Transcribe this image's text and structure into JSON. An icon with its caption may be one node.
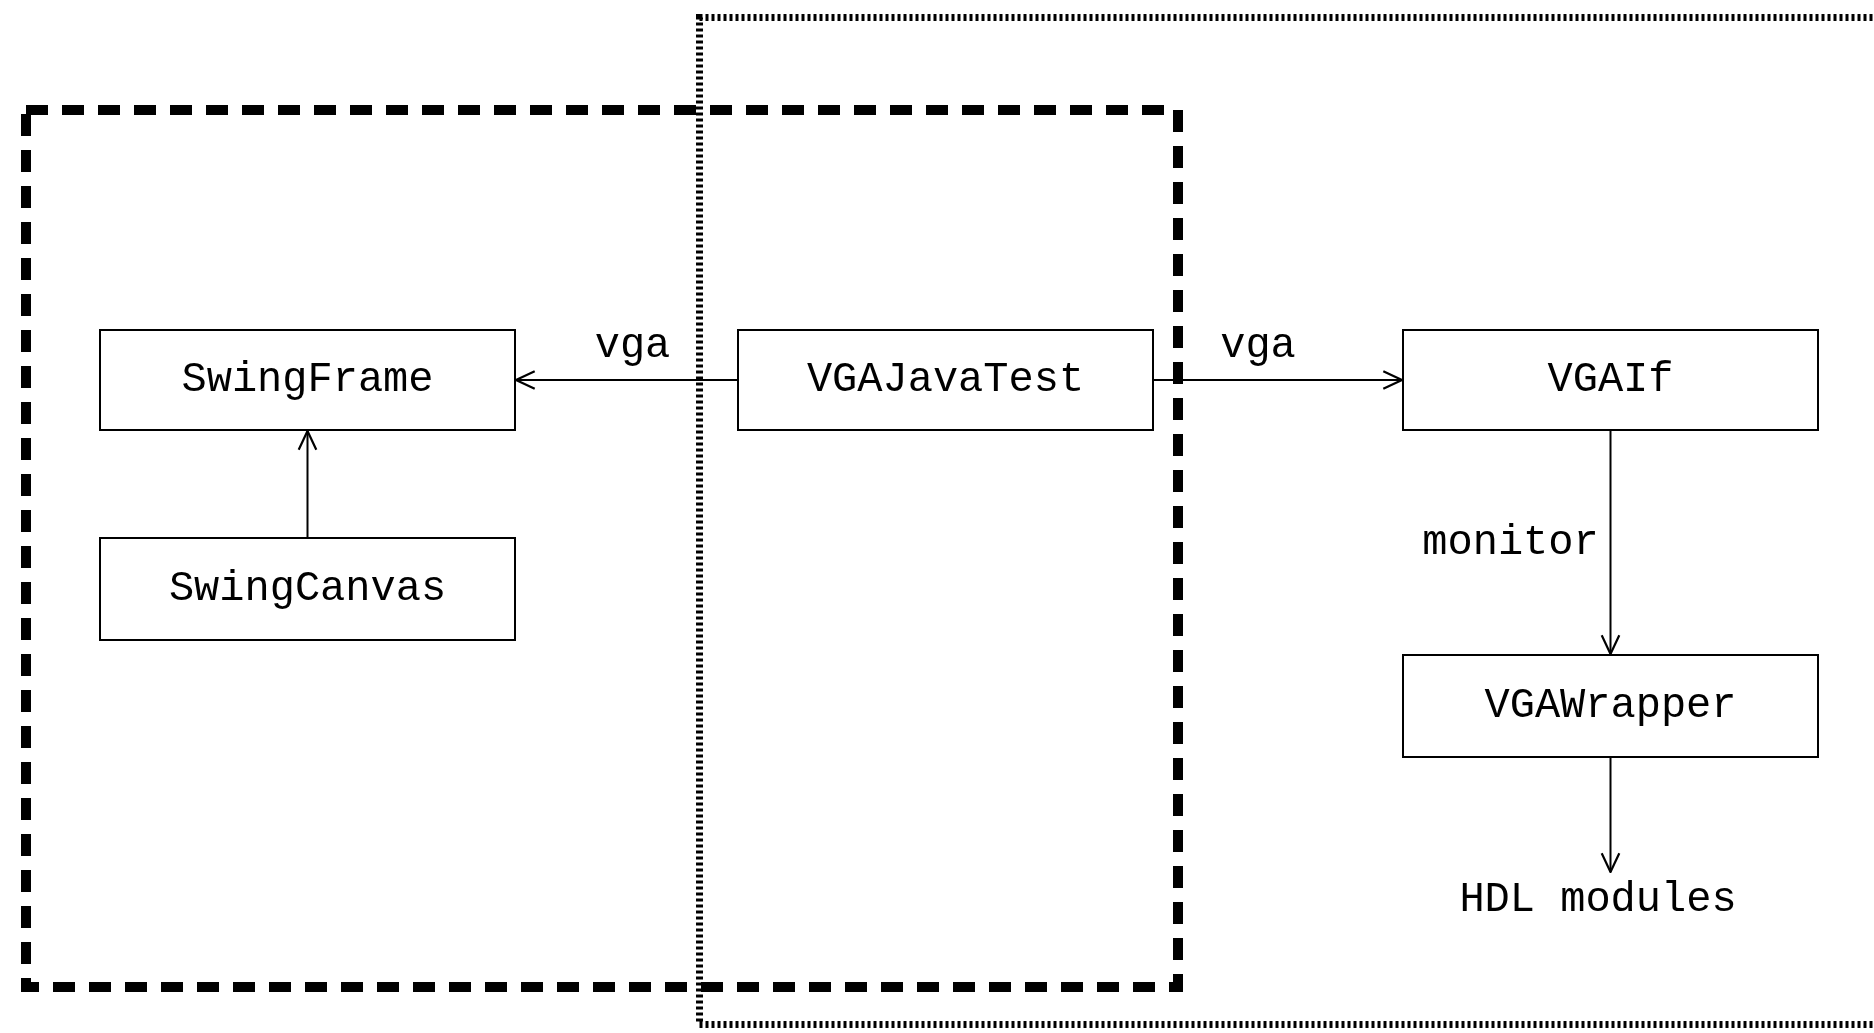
{
  "diagram": {
    "nodes": [
      {
        "text": [],
        "shape": "box"
      },
      {
        "text": [],
        "shape": "box"
      },
      {
        "text": [
          "SwingFrame"
        ],
        "in": 0
      },
      {
        "text": [
          "SwingCanvas"
        ],
        "in": 0
      },
      {
        "text": [
          "VGAJavaTest"
        ]
      },
      {
        "text": [
          "VGAIf"
        ],
        "in": 1
      },
      {
        "text": [
          "VGAWrapper"
        ],
        "in": 1
      },
      {
        "text": [
          "HDL modules"
        ],
        "in": 1
      }
    ],
    "edges": [
      {
        "from": 4,
        "to": 2,
        "arrow": "to",
        "label": "vga"
      },
      {
        "from": 3,
        "to": 2,
        "arrow": "to"
      },
      {
        "from": 4,
        "to": 5,
        "arrow": "to",
        "label": "vga"
      },
      {
        "from": 5,
        "to": 6,
        "arrow": "to",
        "label": "monitor"
      },
      {
        "from": 6,
        "to": 7,
        "arrow": "to"
      }
    ]
  }
}
